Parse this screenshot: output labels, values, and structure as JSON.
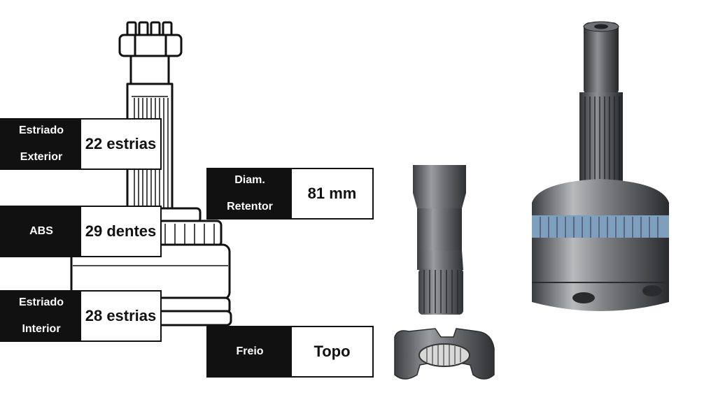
{
  "labels": {
    "estriado_exterior": {
      "line1": "Estriado",
      "line2": "Exterior",
      "value": "22 estrias"
    },
    "abs": {
      "line1": "ABS",
      "value": "29 dentes"
    },
    "estriado_interior": {
      "line1": "Estriado",
      "line2": "Interior",
      "value": "28 estrias"
    },
    "diam_retentor": {
      "line1": "Diam.",
      "line2": "Retentor",
      "value": "81 mm"
    },
    "freio": {
      "line1": "Freio",
      "value": "Topo"
    }
  },
  "colors": {
    "label_dark": "#111111",
    "metal": "#5e6063",
    "abs_ring": "#7f9fbf"
  }
}
